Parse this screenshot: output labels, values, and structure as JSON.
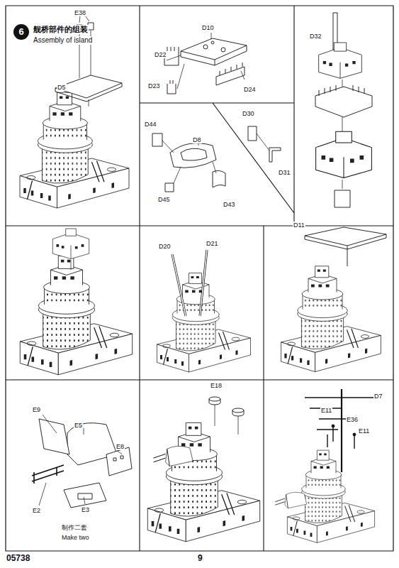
{
  "diagram": {
    "labels": [
      "6",
      "舰桥部件的组装",
      "Assembly of island",
      "E38",
      "D5",
      "D10",
      "D22",
      "D23",
      "D24",
      "D32",
      "D44",
      "D8",
      "D45",
      "D43",
      "D30",
      "D31",
      "D20",
      "D21",
      "D11",
      "E9",
      "E5",
      "E8",
      "E2",
      "E3",
      "制作二套",
      "Make two",
      "E18",
      "D7",
      "E11",
      "E36",
      "E11",
      "05738",
      "9"
    ]
  }
}
